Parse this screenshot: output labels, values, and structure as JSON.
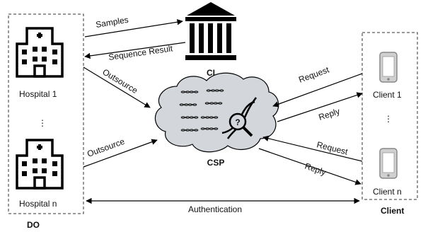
{
  "do_group": {
    "label": "DO",
    "hospital_1": "Hospital 1",
    "hospital_n": "Hospital n",
    "ellipsis": "⋮"
  },
  "ci": {
    "label": "CI",
    "samples": "Samples",
    "sequence_result": "Sequence Result"
  },
  "csp": {
    "label": "CSP",
    "outsource_1": "Outsource",
    "outsource_2": "Outsource"
  },
  "client_group": {
    "label": "Client",
    "client_1": "Client 1",
    "client_n": "Client n",
    "ellipsis": "⋮",
    "request_1": "Request",
    "reply_1": "Reply",
    "request_2": "Request",
    "reply_2": "Reply"
  },
  "authentication": "Authentication"
}
